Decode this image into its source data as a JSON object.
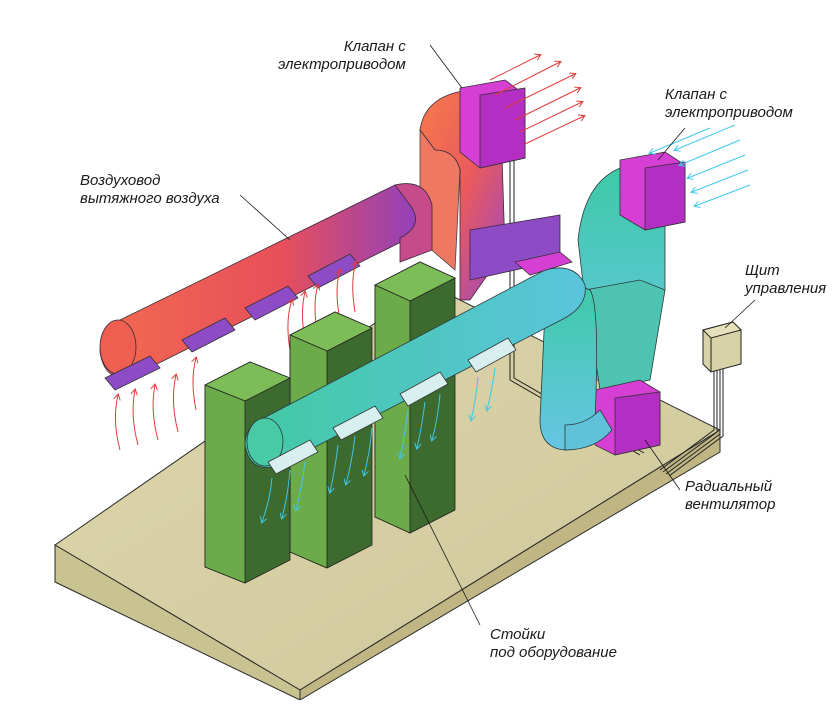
{
  "labels": {
    "damper_left": {
      "line1": "Клапан с",
      "line2": "электроприводом"
    },
    "damper_right": {
      "line1": "Клапан с",
      "line2": "электроприводом"
    },
    "exhaust_duct": {
      "line1": "Воздуховод",
      "line2": "вытяжного воздуха"
    },
    "control_panel": {
      "line1": "Щит",
      "line2": "управления"
    },
    "radial_fan": {
      "line1": "Радиальный",
      "line2": "вентилятор"
    },
    "racks": {
      "line1": "Стойки",
      "line2": "под оборудование"
    }
  },
  "colors": {
    "exhaust_start": "#f0504a",
    "exhaust_end": "#7a3ec0",
    "supply_start": "#3cc6a8",
    "supply_end": "#6ec9e8",
    "damper": "#d93fd6",
    "rack": "#6cab4a",
    "platform": "#d9d3a6",
    "panel": "#d4cfaa",
    "exhaust_arrow": "#e03b3b",
    "supply_arrow": "#40c8e8"
  }
}
